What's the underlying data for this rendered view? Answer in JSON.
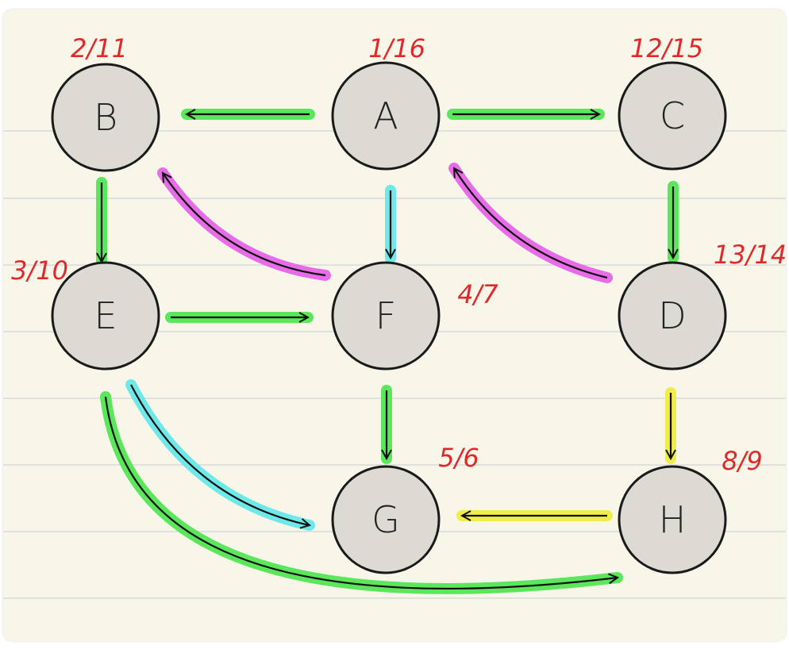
{
  "nodes": {
    "A": {
      "label": "A",
      "times": "1/16"
    },
    "B": {
      "label": "B",
      "times": "2/11"
    },
    "C": {
      "label": "C",
      "times": "12/15"
    },
    "D": {
      "label": "D",
      "times": "13/14"
    },
    "E": {
      "label": "E",
      "times": "3/10"
    },
    "F": {
      "label": "F",
      "times": "4/7"
    },
    "G": {
      "label": "G",
      "times": "5/6"
    },
    "H": {
      "label": "H",
      "times": "8/9"
    }
  },
  "edges": [
    {
      "from": "A",
      "to": "B",
      "type": "tree",
      "color": "#5be65b"
    },
    {
      "from": "A",
      "to": "C",
      "type": "tree",
      "color": "#5be65b"
    },
    {
      "from": "A",
      "to": "F",
      "type": "forward",
      "color": "#6ee8e8"
    },
    {
      "from": "B",
      "to": "E",
      "type": "tree",
      "color": "#5be65b"
    },
    {
      "from": "C",
      "to": "D",
      "type": "tree",
      "color": "#5be65b"
    },
    {
      "from": "F",
      "to": "B",
      "type": "back",
      "color": "#e86be8"
    },
    {
      "from": "D",
      "to": "A",
      "type": "back",
      "color": "#e86be8"
    },
    {
      "from": "E",
      "to": "F",
      "type": "tree",
      "color": "#5be65b"
    },
    {
      "from": "F",
      "to": "G",
      "type": "tree",
      "color": "#5be65b"
    },
    {
      "from": "D",
      "to": "H",
      "type": "cross",
      "color": "#f0ec4a"
    },
    {
      "from": "H",
      "to": "G",
      "type": "cross",
      "color": "#f0ec4a"
    },
    {
      "from": "E",
      "to": "G",
      "type": "forward",
      "color": "#6ee8e8"
    },
    {
      "from": "E",
      "to": "H",
      "type": "tree",
      "color": "#5be65b"
    }
  ]
}
